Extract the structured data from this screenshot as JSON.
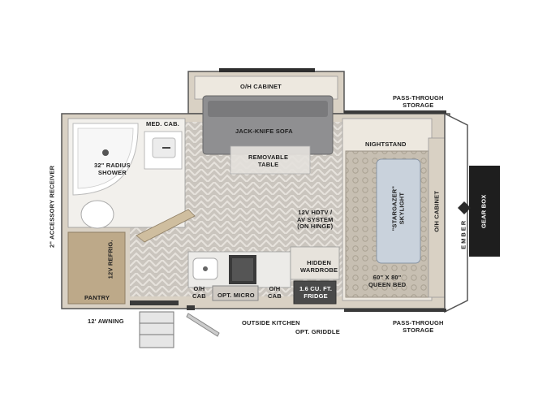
{
  "floorplan": {
    "brand": "EMBER",
    "labels": {
      "oh_cabinet_top": "O/H CABINET",
      "pass_through_top": [
        "PASS-THROUGH",
        "STORAGE"
      ],
      "med_cab": "MED. CAB.",
      "jackknife_sofa": "JACK-KNIFE SOFA",
      "nightstand": "NIGHTSTAND",
      "shower": [
        "32\" RADIUS",
        "SHOWER"
      ],
      "removable_table": [
        "REMOVABLE",
        "TABLE"
      ],
      "accessory_receiver": "2\" ACCESSORY RECEIVER",
      "skylight": [
        "\"STARGAZER\"",
        "SKYLIGHT"
      ],
      "oh_cabinet_right": "O/H CABINET",
      "gear_box": "GEAR BOX",
      "hdtv": [
        "12V HDTV /",
        "AV SYSTEM",
        "(ON HINGE)"
      ],
      "refrig": "12V REFRIG.",
      "hidden_wardrobe": [
        "HIDDEN",
        "WARDROBE"
      ],
      "queen_bed": [
        "60\" X 80\"",
        "QUEEN BED"
      ],
      "oh_cab_left": [
        "O/H",
        "CAB"
      ],
      "opt_micro": "OPT. MICRO",
      "oh_cab_right": [
        "O/H",
        "CAB"
      ],
      "fridge": [
        "1.6 CU. FT.",
        "FRIDGE"
      ],
      "pantry": "PANTRY",
      "awning": "12' AWNING",
      "outside_kitchen": "OUTSIDE KITCHEN",
      "opt_griddle": "OPT. GRIDDLE",
      "pass_through_bottom": [
        "PASS-THROUGH",
        "STORAGE"
      ]
    },
    "colors": {
      "wall": "#d9d1c4",
      "wall_dark": "#3a3a3a",
      "floor": "#cfcac3",
      "sofa": "#8a8a8c",
      "bed": "#c9c2b6",
      "skylight": "#c9d2dc",
      "gear_box": "#1e1e1e",
      "counter": "#e8e6e2"
    }
  }
}
